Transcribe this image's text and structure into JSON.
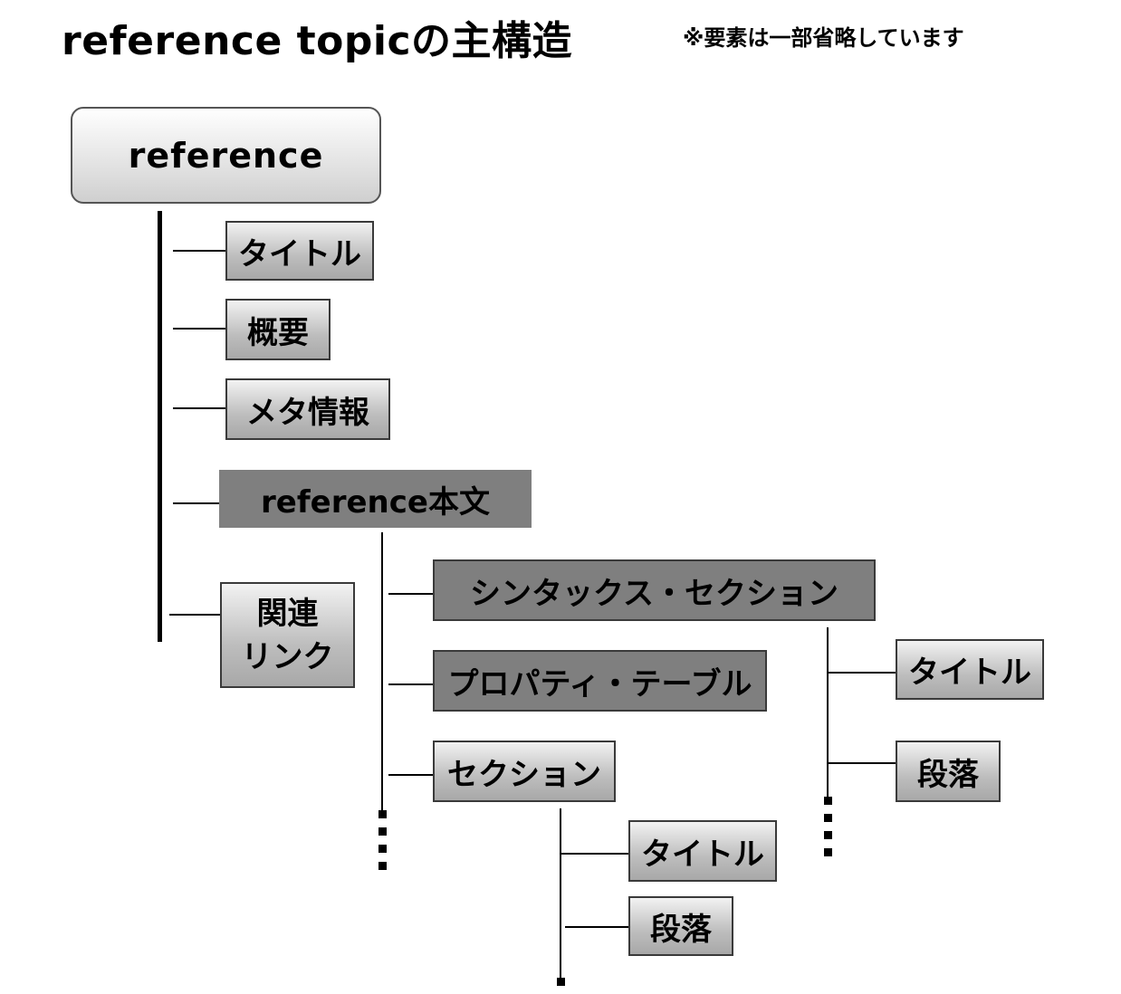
{
  "heading": {
    "title": "reference topicの主構造",
    "note": "※要素は一部省略しています"
  },
  "nodes": {
    "root": "reference",
    "title": "タイトル",
    "summary": "概要",
    "meta": "メタ情報",
    "body": "reference本文",
    "related_line1": "関連",
    "related_line2": "リンク",
    "syntax_section": "シンタックス・セクション",
    "property_table": "プロパティ・テーブル",
    "section": "セクション",
    "syntax_title": "タイトル",
    "syntax_paragraph": "段落",
    "section_title": "タイトル",
    "section_paragraph": "段落"
  },
  "colors": {
    "line": "#000000",
    "box_dark": "#7f7f7f",
    "box_light_top": "#f2f2f2",
    "box_light_bottom": "#a8a8a8",
    "root_bottom": "#cfcfcf"
  }
}
